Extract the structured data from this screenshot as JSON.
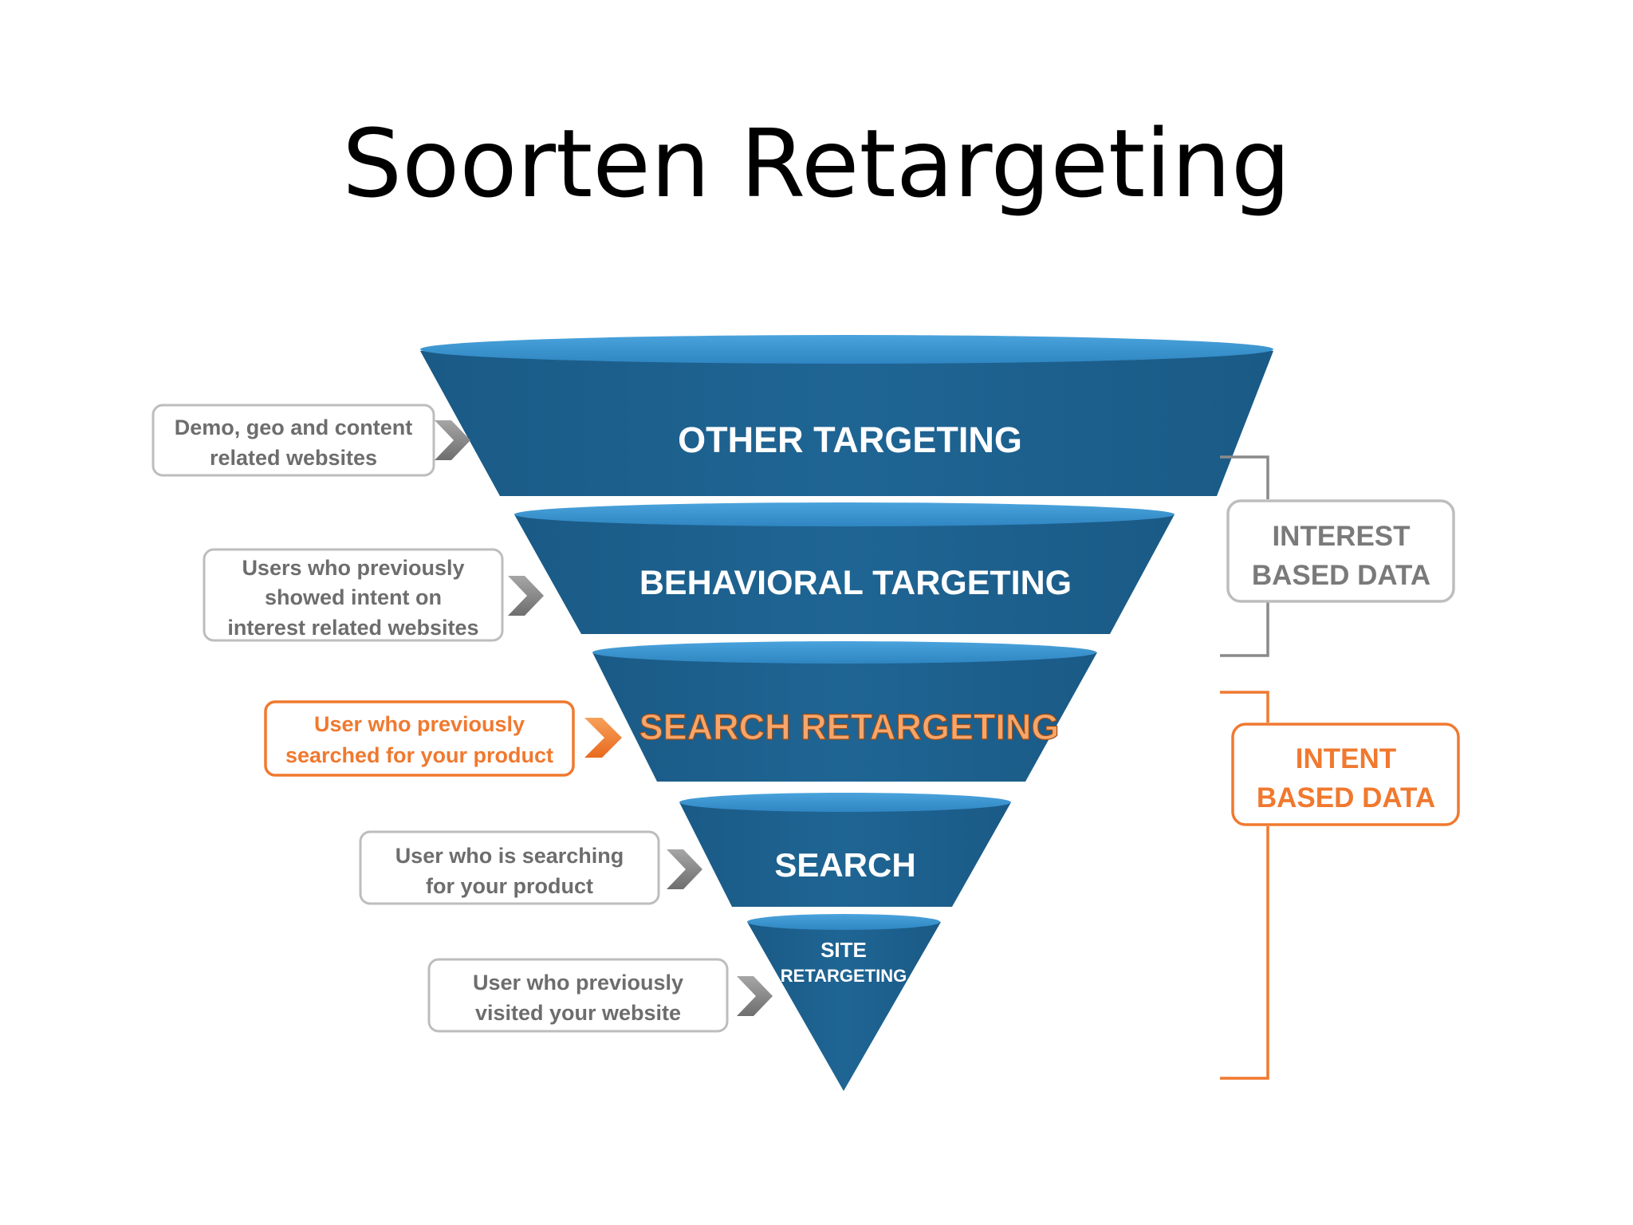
{
  "slide": {
    "title": "Soorten Retargeting"
  },
  "colors": {
    "funnel_dark": "#1d5f8c",
    "funnel_rim": "#3a94cf",
    "gray": "#8a8a8a",
    "gray_text": "#6d6d6d",
    "orange": "#f0792f",
    "background": "#ffffff"
  },
  "funnel": {
    "levels": [
      {
        "label": "OTHER TARGETING"
      },
      {
        "label": "BEHAVIORAL TARGETING"
      },
      {
        "label": "SEARCH RETARGETING",
        "highlight": true
      },
      {
        "label": "SEARCH"
      },
      {
        "label_line1": "SITE",
        "label_line2": "RETARGETING"
      }
    ]
  },
  "descriptions": [
    {
      "line1": "Demo, geo and content",
      "line2": "related websites"
    },
    {
      "line1": "Users who previously",
      "line2": "showed intent on",
      "line3": "interest related websites"
    },
    {
      "line1": "User who previously",
      "line2": "searched for your product",
      "highlight": true
    },
    {
      "line1": "User who is searching",
      "line2": "for your product"
    },
    {
      "line1": "User who previously",
      "line2": "visited your website"
    }
  ],
  "groups": {
    "interest": {
      "line1": "INTEREST",
      "line2": "BASED DATA"
    },
    "intent": {
      "line1": "INTENT",
      "line2": "BASED DATA"
    }
  },
  "icons": {
    "arrow": "chevron-right-icon"
  }
}
